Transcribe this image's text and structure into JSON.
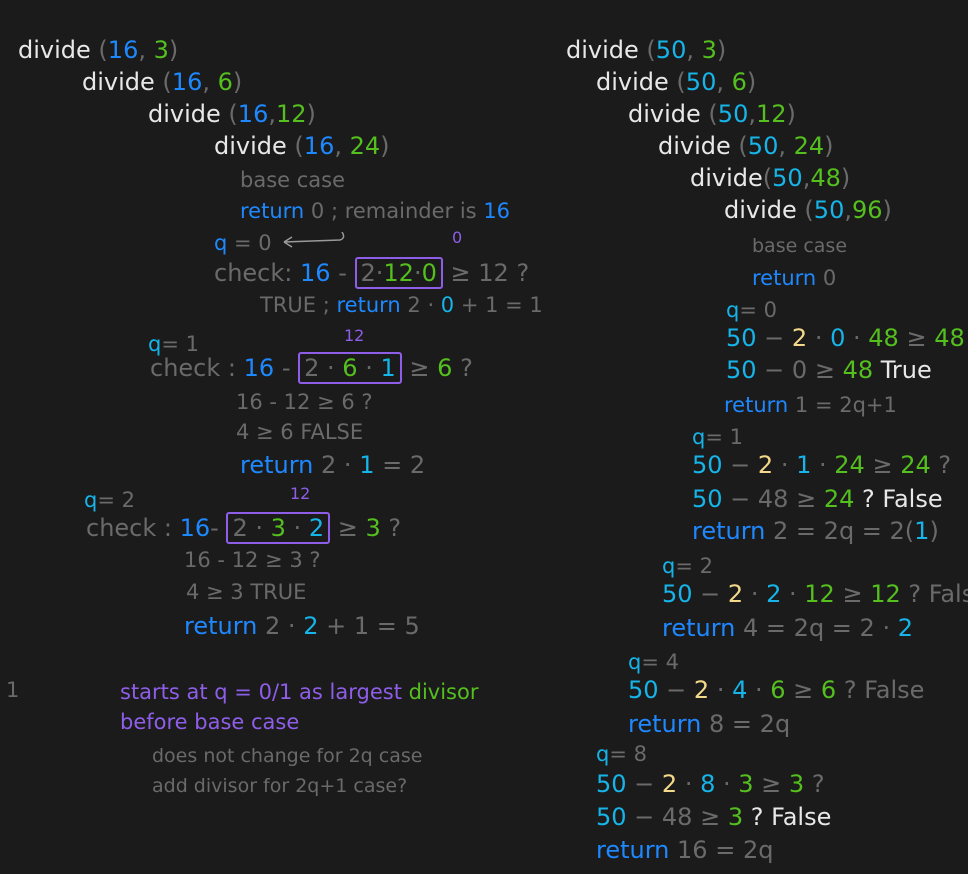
{
  "left": {
    "l1": [
      "divide",
      "(",
      "16",
      ",",
      "3",
      ")"
    ],
    "l2": [
      "divide",
      "(",
      "16",
      ",",
      "6",
      ")"
    ],
    "l3": [
      "divide",
      "(",
      "16",
      ",",
      "12",
      ")"
    ],
    "l4": [
      "divide",
      "(",
      "16",
      ",",
      "24",
      ")"
    ],
    "l5": "base case",
    "l6": [
      "return",
      "0",
      "; remainder is",
      "16"
    ],
    "l7": [
      "q",
      "= 0"
    ],
    "l7_anno": "0",
    "l8": [
      "check:",
      "16",
      "-",
      "2·",
      "12",
      "·",
      "0",
      "≥",
      "12",
      "?"
    ],
    "l9": [
      "TRUE ;",
      "return",
      "2 · ",
      "0",
      " + 1 = 1"
    ],
    "l10": [
      "q",
      "= 1"
    ],
    "l10_anno": "12",
    "l11": [
      "check :",
      "16",
      "-",
      "2 ·",
      "6",
      " · ",
      "1",
      "≥",
      "6",
      "?"
    ],
    "l12": "16 - 12 ≥ 6 ?",
    "l13": "4 ≥ 6  FALSE",
    "l14": [
      "return",
      "2 · ",
      "1",
      " = 2"
    ],
    "l15": [
      "q",
      "= 2"
    ],
    "l15_anno": "12",
    "l16": [
      "check :",
      "16",
      "-",
      "2 · ",
      "3",
      " · ",
      "2",
      "≥",
      "3",
      "?"
    ],
    "l17": "16 - 12 ≥ 3 ?",
    "l18": "4 ≥ 3  TRUE",
    "l19": [
      "return",
      "2 · ",
      "2",
      " + 1 = 5"
    ],
    "side_num": "1"
  },
  "note": {
    "l1": [
      "starts at q = 0/1 as largest",
      "divisor"
    ],
    "l2": "before base case",
    "l3": "does not change for 2q  case",
    "l4": "add divisor for 2q+1  case?"
  },
  "right": {
    "r1": [
      "divide",
      "(",
      "50",
      ",",
      "3",
      ")"
    ],
    "r2": [
      "divide",
      "(",
      "50",
      ",",
      "6",
      ")"
    ],
    "r3": [
      "divide",
      "(",
      "50",
      ",",
      "12",
      ")"
    ],
    "r4": [
      "divide",
      "(",
      "50",
      ",",
      "24",
      ")"
    ],
    "r5": [
      "divide",
      "(",
      "50",
      ",",
      "48",
      ")"
    ],
    "r6": [
      "divide",
      "(",
      "50",
      ",",
      "96",
      ")"
    ],
    "r7": "base case",
    "r8": [
      "return",
      "0"
    ],
    "r9": [
      "q",
      "= 0"
    ],
    "r10": [
      "50",
      " − ",
      "2",
      " · ",
      "0",
      " · ",
      "48",
      " ≥ ",
      "48",
      " ?"
    ],
    "r11": [
      "50",
      " − 0 ≥ ",
      "48",
      "  True"
    ],
    "r12": [
      "return",
      "1 = 2q+1"
    ],
    "r13": [
      "q",
      "= 1"
    ],
    "r14": [
      "50",
      " − ",
      "2",
      " · ",
      "1",
      " · ",
      "24",
      " ≥ ",
      "24",
      " ?"
    ],
    "r15": [
      "50",
      " − 48 ≥ ",
      "24",
      " ? False"
    ],
    "r16": [
      "return",
      "2 = 2q = 2(",
      "1",
      ")"
    ],
    "r17": [
      "q",
      "= 2"
    ],
    "r18": [
      "50",
      " − ",
      "2",
      " · ",
      "2",
      " · ",
      "12",
      " ≥ ",
      "12",
      " ?  False"
    ],
    "r19": [
      "return",
      "4 = 2q = 2 · ",
      "2"
    ],
    "r20": [
      "q",
      "= 4"
    ],
    "r21": [
      "50",
      " − ",
      "2",
      " · ",
      "4",
      " · ",
      "6",
      " ≥ ",
      "6",
      " ?  False"
    ],
    "r22": [
      "return",
      "8 = 2q"
    ],
    "r23": [
      "q",
      "= 8"
    ],
    "r24": [
      "50",
      " − ",
      "2",
      " · ",
      "8",
      " · ",
      "3",
      " ≥ ",
      "3",
      " ?"
    ],
    "r25": [
      "50",
      " − 48 ≥ ",
      "3",
      " ? False"
    ],
    "r26": [
      "return",
      "16 = 2q"
    ]
  }
}
